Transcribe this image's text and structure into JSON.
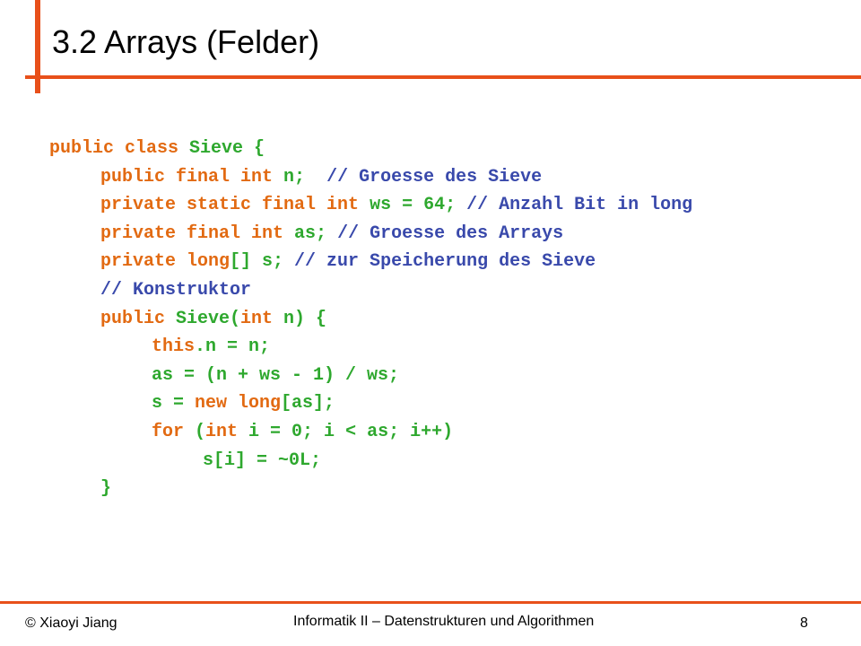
{
  "slide": {
    "title": "3.2 Arrays (Felder)",
    "colors": {
      "accent": "#e8501a",
      "keyword": "#e26a12",
      "identifier": "#2ea82e",
      "comment": "#3949ab"
    }
  },
  "code": {
    "lines": [
      {
        "indent": 0,
        "tokens": [
          {
            "text": "public class ",
            "c": "orange"
          },
          {
            "text": "Sieve {",
            "c": "green"
          }
        ]
      },
      {
        "indent": 1,
        "tokens": [
          {
            "text": "public final int ",
            "c": "orange"
          },
          {
            "text": "n;  ",
            "c": "green"
          },
          {
            "text": "// Groesse des Sieve",
            "c": "blue"
          }
        ]
      },
      {
        "indent": 1,
        "tokens": [
          {
            "text": "private static final int ",
            "c": "orange"
          },
          {
            "text": "ws = 64; ",
            "c": "green"
          },
          {
            "text": "// Anzahl Bit in long",
            "c": "blue"
          }
        ]
      },
      {
        "indent": 1,
        "tokens": [
          {
            "text": "private final int ",
            "c": "orange"
          },
          {
            "text": "as; ",
            "c": "green"
          },
          {
            "text": "// Groesse des Arrays",
            "c": "blue"
          }
        ]
      },
      {
        "indent": 1,
        "tokens": [
          {
            "text": "private long",
            "c": "orange"
          },
          {
            "text": "[] s; ",
            "c": "green"
          },
          {
            "text": "// zur Speicherung des Sieve",
            "c": "blue"
          }
        ]
      },
      {
        "indent": 1,
        "tokens": [
          {
            "text": "// Konstruktor",
            "c": "blue"
          }
        ]
      },
      {
        "indent": 1,
        "tokens": [
          {
            "text": "public ",
            "c": "orange"
          },
          {
            "text": "Sieve(",
            "c": "green"
          },
          {
            "text": "int ",
            "c": "orange"
          },
          {
            "text": "n) {",
            "c": "green"
          }
        ]
      },
      {
        "indent": 2,
        "tokens": [
          {
            "text": "this",
            "c": "orange"
          },
          {
            "text": ".n = n;",
            "c": "green"
          }
        ]
      },
      {
        "indent": 2,
        "tokens": [
          {
            "text": "as = (n + ws - 1) / ws;",
            "c": "green"
          }
        ]
      },
      {
        "indent": 2,
        "tokens": [
          {
            "text": "s = ",
            "c": "green"
          },
          {
            "text": "new long",
            "c": "orange"
          },
          {
            "text": "[as];",
            "c": "green"
          }
        ]
      },
      {
        "indent": 2,
        "tokens": [
          {
            "text": "for ",
            "c": "orange"
          },
          {
            "text": "(",
            "c": "green"
          },
          {
            "text": "int ",
            "c": "orange"
          },
          {
            "text": "i = 0; i < as; i++)",
            "c": "green"
          }
        ]
      },
      {
        "indent": 3,
        "tokens": [
          {
            "text": "s[i] = ~0L;",
            "c": "green"
          }
        ]
      },
      {
        "indent": 1,
        "tokens": [
          {
            "text": "}",
            "c": "green"
          }
        ]
      }
    ]
  },
  "footer": {
    "author": "© Xiaoyi Jiang",
    "course": "Informatik II – Datenstrukturen und Algorithmen",
    "page": "8"
  }
}
